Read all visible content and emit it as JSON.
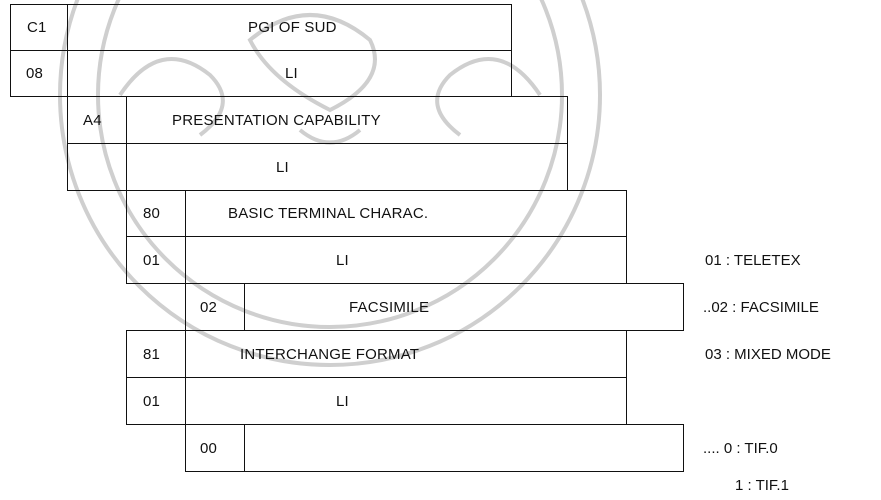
{
  "diagram": {
    "rows": [
      {
        "code": "C1",
        "label": "PGI OF SUD"
      },
      {
        "code": "08",
        "label": "LI"
      },
      {
        "code": "A4",
        "label": "PRESENTATION CAPABILITY"
      },
      {
        "code": "",
        "label": "LI"
      },
      {
        "code": "80",
        "label": "BASIC TERMINAL CHARAC."
      },
      {
        "code": "01",
        "label": "LI"
      },
      {
        "code": "02",
        "label": "FACSIMILE"
      },
      {
        "code": "81",
        "label": "INTERCHANGE FORMAT"
      },
      {
        "code": "01",
        "label": "LI"
      },
      {
        "code": "00",
        "label": ""
      }
    ],
    "notes": [
      "01 : TELETEX",
      "..02 : FACSIMILE",
      "03 : MIXED MODE",
      ".... 0 : TIF.0",
      "1 : TIF.1"
    ],
    "watermark_color": "#c8c8c8"
  }
}
